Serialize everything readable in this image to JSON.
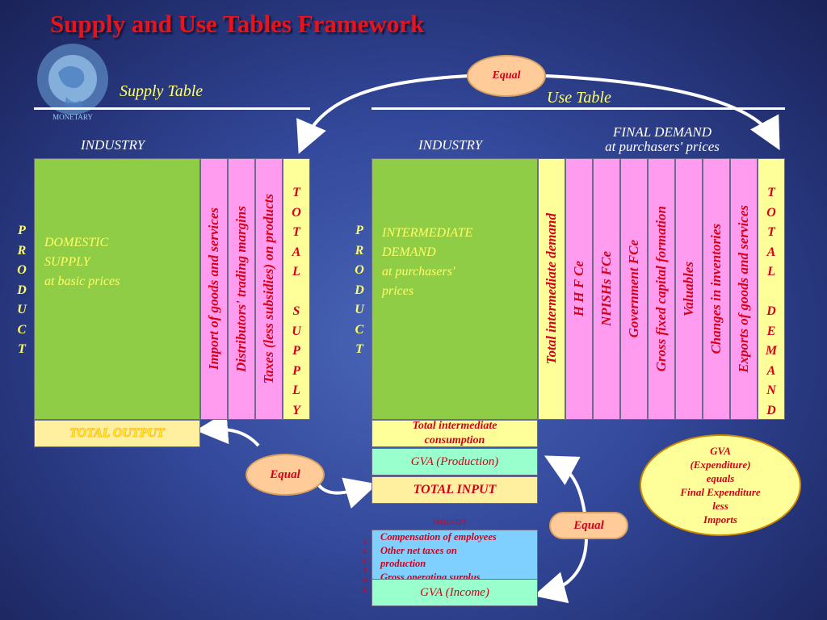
{
  "title": "Supply and Use Tables Framework",
  "supply_table": {
    "heading": "Supply Table",
    "industry_label": "INDUSTRY",
    "product_letters": [
      "P",
      "R",
      "O",
      "D",
      "U",
      "C",
      "T"
    ],
    "domestic_supply": [
      "DOMESTIC",
      "SUPPLY",
      "at basic prices"
    ],
    "columns": [
      "Import of goods and services",
      "Distributors' trading margins",
      "Taxes (less subsidies) on products"
    ],
    "total_supply_letters": [
      "T",
      "O",
      "T",
      "A",
      "L",
      "",
      "S",
      "U",
      "P",
      "P",
      "L",
      "Y"
    ],
    "total_output": "TOTAL OUTPUT"
  },
  "use_table": {
    "heading": "Use Table",
    "industry_label": "INDUSTRY",
    "final_demand_line1": "FINAL DEMAND",
    "final_demand_line2": "at purchasers' prices",
    "product_letters": [
      "P",
      "R",
      "O",
      "D",
      "U",
      "C",
      "T"
    ],
    "intermediate_demand": [
      "INTERMEDIATE",
      "DEMAND",
      "at purchasers'",
      "prices"
    ],
    "total_intermediate_demand": "Total intermediate demand",
    "columns": [
      "H H F Ce",
      "NPISHs FCe",
      "Government FCe",
      "Gross fixed capital formation",
      "Valuables",
      "Changes in inventories",
      "Exports of goods and services"
    ],
    "total_demand_letters": [
      "T",
      "O",
      "T",
      "A",
      "L",
      "",
      "D",
      "E",
      "M",
      "A",
      "N",
      "D"
    ],
    "total_intermediate_consumption": "Total intermediate consumption",
    "gva_production": "GVA (Production)",
    "total_input": "TOTAL INPUT"
  },
  "income": {
    "industry_label": "INDUSTRY",
    "sector_letters": [
      "S",
      "E",
      "C",
      "T",
      "O",
      "R"
    ],
    "items": [
      "Compensation of employees",
      "Other net taxes on",
      "production",
      "Gross operating surplus"
    ],
    "gva_income": "GVA (Income)"
  },
  "equal_labels": {
    "top": "Equal",
    "middle": "Equal",
    "right": "Equal"
  },
  "gva_oval": [
    "GVA",
    "(Expenditure)",
    "equals",
    "Final Expenditure",
    "less",
    "Imports"
  ],
  "colors": {
    "title": "#e8141c",
    "heading": "#ffff66",
    "green": "#8fcd46",
    "pink": "#ff9cf0",
    "yellow": "#ffff99",
    "aqua": "#99ffcc",
    "light_blue": "#7fd0ff",
    "text_red": "#d4001a"
  },
  "icons": [
    "imf-seal-logo"
  ]
}
